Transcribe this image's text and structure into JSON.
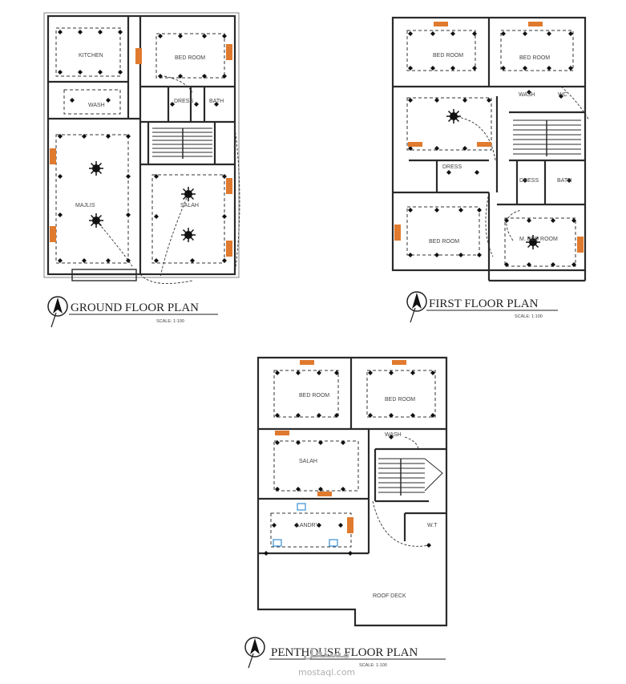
{
  "plans": [
    {
      "id": "ground",
      "title": "GROUND FLOOR PLAN",
      "scale": "SCALE:  1:100",
      "rooms": [
        {
          "name": "KITCHEN"
        },
        {
          "name": "BED ROOM"
        },
        {
          "name": "WASH"
        },
        {
          "name": "DRESS"
        },
        {
          "name": "BATH"
        },
        {
          "name": "MAJLIS"
        },
        {
          "name": "SALAH"
        }
      ]
    },
    {
      "id": "first",
      "title": "FIRST FLOOR PLAN",
      "scale": "SCALE:  1:100",
      "rooms": [
        {
          "name": "BED ROOM"
        },
        {
          "name": "BED ROOM"
        },
        {
          "name": "WASH"
        },
        {
          "name": "WC"
        },
        {
          "name": "DRESS"
        },
        {
          "name": "DRESS"
        },
        {
          "name": "BATH"
        },
        {
          "name": "BED ROOM"
        },
        {
          "name": "M. BED ROOM"
        }
      ]
    },
    {
      "id": "penthouse",
      "title": "PENTHOUSE FLOOR PLAN",
      "scale": "SCALE:  1:100",
      "rooms": [
        {
          "name": "BED ROOM"
        },
        {
          "name": "BED ROOM"
        },
        {
          "name": "WASH"
        },
        {
          "name": "SALAH"
        },
        {
          "name": "LANDRY"
        },
        {
          "name": "W.T"
        },
        {
          "name": "ROOF DECK"
        }
      ]
    }
  ],
  "colors": {
    "wall": "#2a2a2a",
    "wiring": "#333333",
    "ac_unit": "#e07a2e",
    "fixture": "#111111",
    "exhaust": "#3a8fd4"
  },
  "watermark": {
    "arabic": "مستقل",
    "latin": "mostaql.com"
  }
}
